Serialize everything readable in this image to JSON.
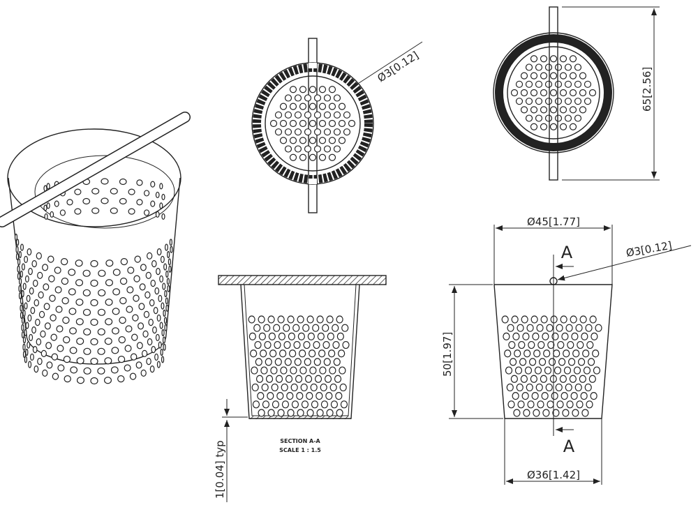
{
  "drawing": {
    "top_view_hole_dim": "Ø3[0.12]",
    "height_overall_dim": "65[2.56]",
    "top_diameter_dim": "Ø45[1.77]",
    "front_hole_dim": "Ø3[0.12]",
    "height_dim": "50[1.97]",
    "bottom_diameter_dim": "Ø36[1.42]",
    "section_marker_top": "A",
    "section_marker_bottom": "A",
    "thickness_dim": "1[0.04] typ",
    "section_title": "SECTION A-A",
    "section_scale": "SCALE 1 : 1.5"
  },
  "colors": {
    "line": "#222222",
    "background": "#ffffff"
  }
}
